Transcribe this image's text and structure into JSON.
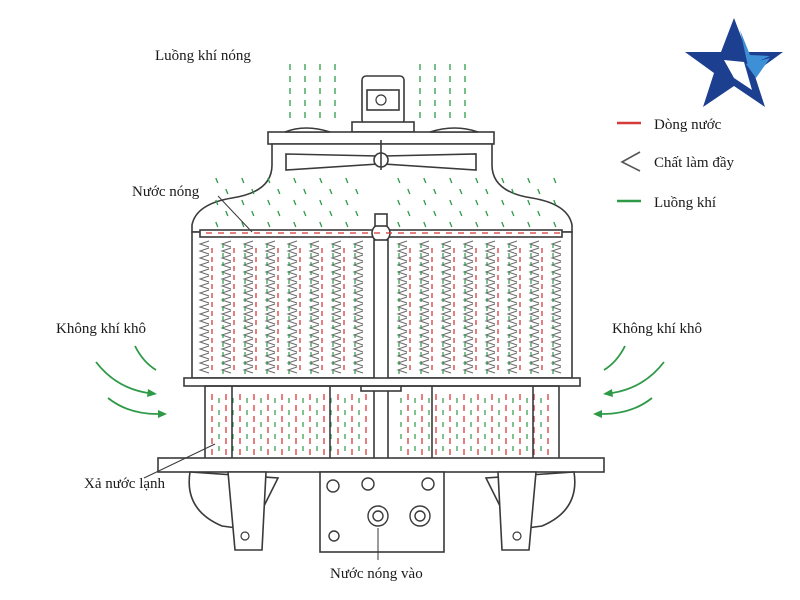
{
  "labels": {
    "hot_air_flow": "Luồng khí nóng",
    "hot_water": "Nước nóng",
    "dry_air_left": "Không khí khô",
    "dry_air_right": "Không khí khô",
    "cold_water_discharge": "Xả nước lạnh",
    "hot_water_inlet": "Nước nóng vào"
  },
  "legend": {
    "items": [
      {
        "label": "Dòng nước",
        "color": "#d63b3b",
        "symbol": "red-line"
      },
      {
        "label": "Chất làm đầy",
        "color": "#555555",
        "symbol": "chevron"
      },
      {
        "label": "Luồng khí",
        "color": "#2e9a48",
        "symbol": "green-line"
      }
    ]
  },
  "colors": {
    "water": "#d63b3b",
    "air": "#2e9a48",
    "outline": "#3a3a3a",
    "logo_dark": "#1d3f8f",
    "logo_light": "#3d8fd6"
  }
}
